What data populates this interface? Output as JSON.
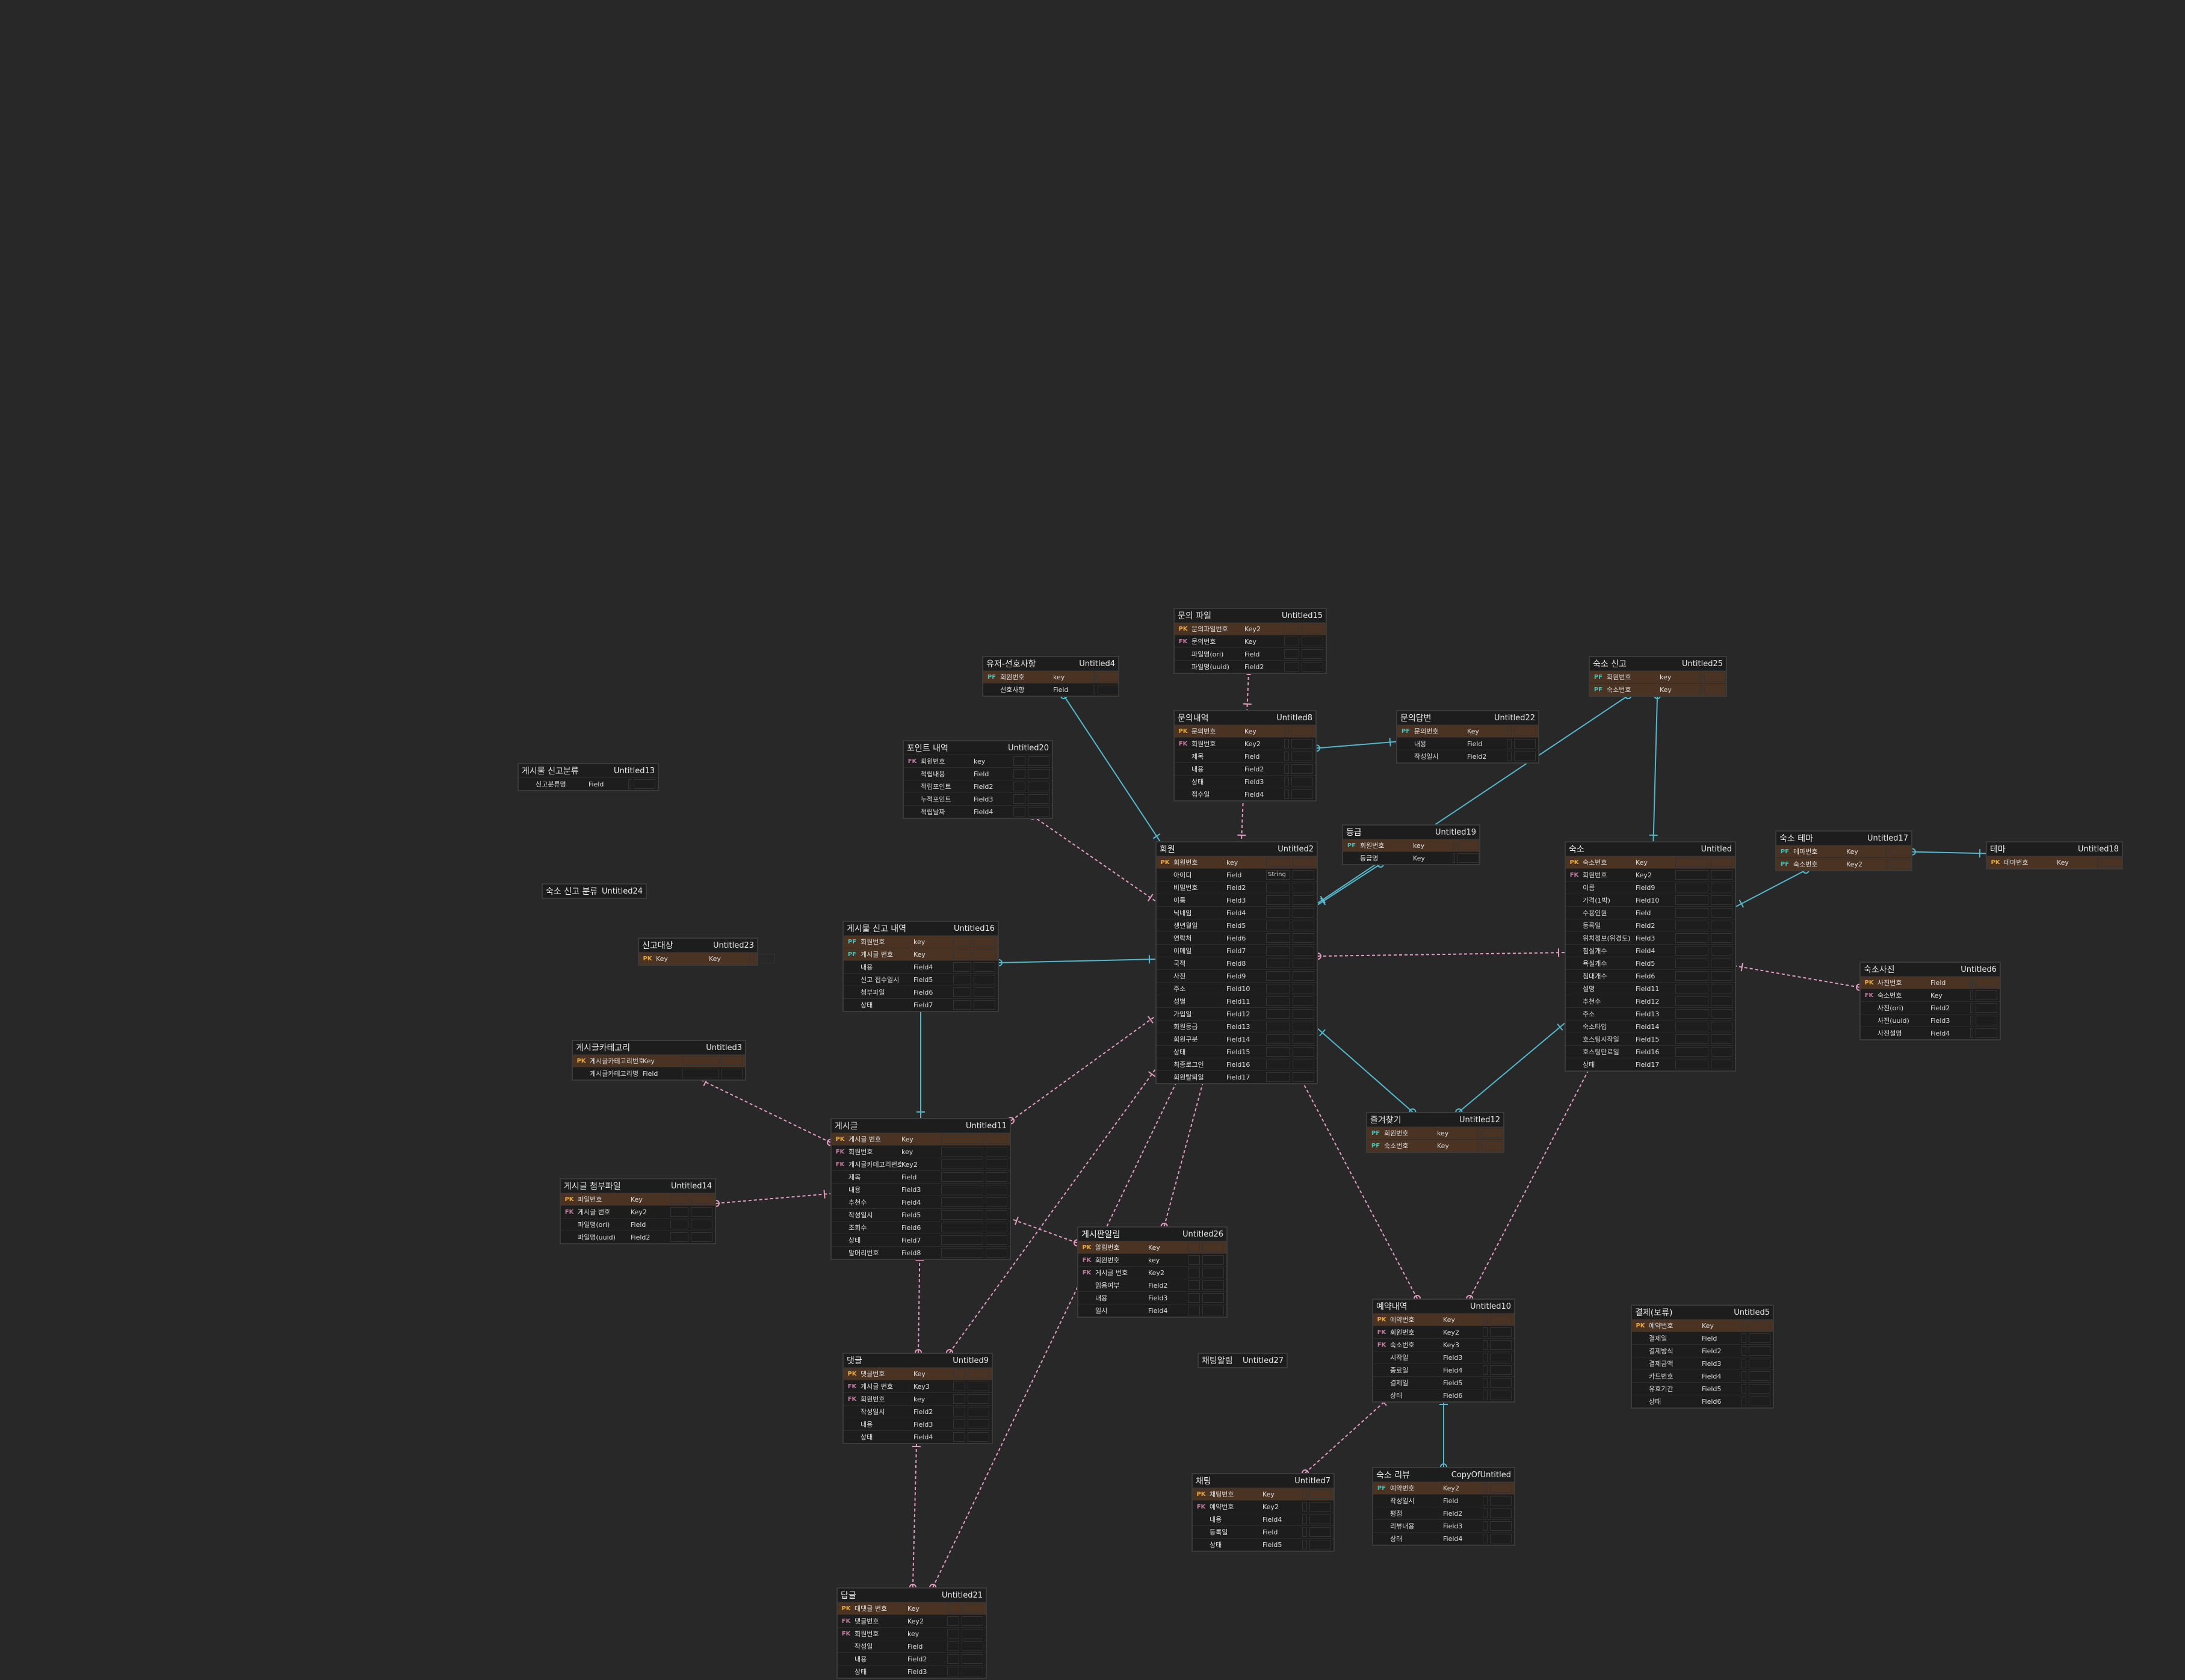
{
  "diagram": {
    "colors": {
      "background": "#282828",
      "entity_bg": "#1d1d1d",
      "pk_row": "#4a3323",
      "relation_identifying": "#52b9cc",
      "relation_nonidentifying": "#e39cc0",
      "pk_key": "#e9a93a",
      "fk_key": "#c27ba0",
      "pfk_key": "#3fc3b8"
    },
    "entities": [
      {
        "id": "e15",
        "logical": "문의 파일",
        "physical": "Untitled15",
        "attrs": [
          {
            "k": "pk",
            "l": "문의파일번호",
            "p": "Key2"
          },
          {
            "k": "fk",
            "l": "문의번호",
            "p": "Key"
          },
          {
            "k": "",
            "l": "파일명(ori)",
            "p": "Field"
          },
          {
            "k": "",
            "l": "파일명(uuid)",
            "p": "Field2"
          }
        ]
      },
      {
        "id": "e4",
        "logical": "유저-선호사항",
        "physical": "Untitled4",
        "attrs": [
          {
            "k": "pf",
            "l": "회원번호",
            "p": "key"
          },
          {
            "k": "",
            "l": "선호사항",
            "p": "Field"
          }
        ]
      },
      {
        "id": "e25",
        "logical": "숙소 신고",
        "physical": "Untitled25",
        "attrs": [
          {
            "k": "pf",
            "l": "회원번호",
            "p": "key"
          },
          {
            "k": "pf",
            "l": "숙소번호",
            "p": "Key"
          }
        ]
      },
      {
        "id": "e8",
        "logical": "문의내역",
        "physical": "Untitled8",
        "attrs": [
          {
            "k": "pk",
            "l": "문의번호",
            "p": "Key"
          },
          {
            "k": "fk",
            "l": "회원번호",
            "p": "Key2"
          },
          {
            "k": "",
            "l": "제목",
            "p": "Field"
          },
          {
            "k": "",
            "l": "내용",
            "p": "Field2"
          },
          {
            "k": "",
            "l": "상태",
            "p": "Field3"
          },
          {
            "k": "",
            "l": "접수일",
            "p": "Field4"
          }
        ]
      },
      {
        "id": "e22",
        "logical": "문의답변",
        "physical": "Untitled22",
        "attrs": [
          {
            "k": "pf",
            "l": "문의번호",
            "p": "Key"
          },
          {
            "k": "",
            "l": "내용",
            "p": "Field"
          },
          {
            "k": "",
            "l": "작성일시",
            "p": "Field2"
          }
        ]
      },
      {
        "id": "e20",
        "logical": "포인트 내역",
        "physical": "Untitled20",
        "attrs": [
          {
            "k": "fk",
            "l": "회원번호",
            "p": "key"
          },
          {
            "k": "",
            "l": "적립내용",
            "p": "Field"
          },
          {
            "k": "",
            "l": "적립포인트",
            "p": "Field2"
          },
          {
            "k": "",
            "l": "누적포인트",
            "p": "Field3"
          },
          {
            "k": "",
            "l": "적립날짜",
            "p": "Field4"
          }
        ]
      },
      {
        "id": "e13",
        "logical": "게시물 신고분류",
        "physical": "Untitled13",
        "attrs": [
          {
            "k": "",
            "l": "신고분류명",
            "p": "Field"
          }
        ]
      },
      {
        "id": "e19",
        "logical": "등급",
        "physical": "Untitled19",
        "attrs": [
          {
            "k": "pf",
            "l": "회원번호",
            "p": "key"
          },
          {
            "k": "",
            "l": "등급명",
            "p": "Key"
          }
        ]
      },
      {
        "id": "e2",
        "logical": "회원",
        "physical": "Untitled2",
        "attrs": [
          {
            "k": "pk",
            "l": "회원번호",
            "p": "key"
          },
          {
            "k": "",
            "l": "아이디",
            "p": "Field",
            "t": "String"
          },
          {
            "k": "",
            "l": "비밀번호",
            "p": "Field2"
          },
          {
            "k": "",
            "l": "이름",
            "p": "Field3"
          },
          {
            "k": "",
            "l": "닉네임",
            "p": "Field4"
          },
          {
            "k": "",
            "l": "생년월일",
            "p": "Field5"
          },
          {
            "k": "",
            "l": "연락처",
            "p": "Field6"
          },
          {
            "k": "",
            "l": "이메일",
            "p": "Field7"
          },
          {
            "k": "",
            "l": "국적",
            "p": "Field8"
          },
          {
            "k": "",
            "l": "사진",
            "p": "Field9"
          },
          {
            "k": "",
            "l": "주소",
            "p": "Field10"
          },
          {
            "k": "",
            "l": "성별",
            "p": "Field11"
          },
          {
            "k": "",
            "l": "가입일",
            "p": "Field12"
          },
          {
            "k": "",
            "l": "회원등급",
            "p": "Field13"
          },
          {
            "k": "",
            "l": "회원구분",
            "p": "Field14"
          },
          {
            "k": "",
            "l": "상태",
            "p": "Field15"
          },
          {
            "k": "",
            "l": "최종로그인",
            "p": "Field16"
          },
          {
            "k": "",
            "l": "회원탈퇴일",
            "p": "Field17"
          }
        ]
      },
      {
        "id": "e1",
        "logical": "숙소",
        "physical": "Untitled",
        "attrs": [
          {
            "k": "pk",
            "l": "숙소번호",
            "p": "Key"
          },
          {
            "k": "fk",
            "l": "회원번호",
            "p": "Key2"
          },
          {
            "k": "",
            "l": "이름",
            "p": "Field9"
          },
          {
            "k": "",
            "l": "가격(1박)",
            "p": "Field10"
          },
          {
            "k": "",
            "l": "수용인원",
            "p": "Field"
          },
          {
            "k": "",
            "l": "등록일",
            "p": "Field2"
          },
          {
            "k": "",
            "l": "위치정보(위경도)",
            "p": "Field3"
          },
          {
            "k": "",
            "l": "침실개수",
            "p": "Field4"
          },
          {
            "k": "",
            "l": "욕실개수",
            "p": "Field5"
          },
          {
            "k": "",
            "l": "침대개수",
            "p": "Field6"
          },
          {
            "k": "",
            "l": "설명",
            "p": "Field11"
          },
          {
            "k": "",
            "l": "추천수",
            "p": "Field12"
          },
          {
            "k": "",
            "l": "주소",
            "p": "Field13"
          },
          {
            "k": "",
            "l": "숙소타입",
            "p": "Field14"
          },
          {
            "k": "",
            "l": "호스팅시작일",
            "p": "Field15"
          },
          {
            "k": "",
            "l": "호스팅만료일",
            "p": "Field16"
          },
          {
            "k": "",
            "l": "상태",
            "p": "Field17"
          }
        ]
      },
      {
        "id": "e17",
        "logical": "숙소 테마",
        "physical": "Untitled17",
        "attrs": [
          {
            "k": "pf",
            "l": "테마번호",
            "p": "Key"
          },
          {
            "k": "pf",
            "l": "숙소번호",
            "p": "Key2"
          }
        ]
      },
      {
        "id": "e18",
        "logical": "테마",
        "physical": "Untitled18",
        "attrs": [
          {
            "k": "pk",
            "l": "테마번호",
            "p": "Key"
          }
        ]
      },
      {
        "id": "e24",
        "logical": "숙소 신고 분류",
        "physical": "Untitled24",
        "attrs": []
      },
      {
        "id": "e23",
        "logical": "신고대상",
        "physical": "Untitled23",
        "attrs": [
          {
            "k": "pk",
            "l": "Key",
            "p": "Key"
          }
        ]
      },
      {
        "id": "e16",
        "logical": "게시물 신고 내역",
        "physical": "Untitled16",
        "attrs": [
          {
            "k": "pf",
            "l": "회원번호",
            "p": "key"
          },
          {
            "k": "pf",
            "l": "게시글 번호",
            "p": "Key"
          },
          {
            "k": "",
            "l": "내용",
            "p": "Field4"
          },
          {
            "k": "",
            "l": "신고 접수일시",
            "p": "Field5"
          },
          {
            "k": "",
            "l": "첨부파일",
            "p": "Field6"
          },
          {
            "k": "",
            "l": "상태",
            "p": "Field7"
          }
        ]
      },
      {
        "id": "e6",
        "logical": "숙소사진",
        "physical": "Untitled6",
        "attrs": [
          {
            "k": "pk",
            "l": "사진번호",
            "p": "Field"
          },
          {
            "k": "fk",
            "l": "숙소번호",
            "p": "Key"
          },
          {
            "k": "",
            "l": "사진(ori)",
            "p": "Field2"
          },
          {
            "k": "",
            "l": "사진(uuid)",
            "p": "Field3"
          },
          {
            "k": "",
            "l": "사진설명",
            "p": "Field4"
          }
        ]
      },
      {
        "id": "e3",
        "logical": "게시글카테고리",
        "physical": "Untitled3",
        "attrs": [
          {
            "k": "pk",
            "l": "게시글카테고리번호",
            "p": "Key"
          },
          {
            "k": "",
            "l": "게시글카테고리명",
            "p": "Field"
          }
        ]
      },
      {
        "id": "e12",
        "logical": "즐겨찾기",
        "physical": "Untitled12",
        "attrs": [
          {
            "k": "pf",
            "l": "회원번호",
            "p": "key"
          },
          {
            "k": "pf",
            "l": "숙소번호",
            "p": "Key"
          }
        ]
      },
      {
        "id": "e11",
        "logical": "게시글",
        "physical": "Untitled11",
        "attrs": [
          {
            "k": "pk",
            "l": "게시글 번호",
            "p": "Key"
          },
          {
            "k": "fk",
            "l": "회원번호",
            "p": "key"
          },
          {
            "k": "fk",
            "l": "게시글카테고리번호",
            "p": "Key2"
          },
          {
            "k": "",
            "l": "제목",
            "p": "Field"
          },
          {
            "k": "",
            "l": "내용",
            "p": "Field3"
          },
          {
            "k": "",
            "l": "추천수",
            "p": "Field4"
          },
          {
            "k": "",
            "l": "작성일시",
            "p": "Field5"
          },
          {
            "k": "",
            "l": "조회수",
            "p": "Field6"
          },
          {
            "k": "",
            "l": "상태",
            "p": "Field7"
          },
          {
            "k": "",
            "l": "말머리번호",
            "p": "Field8"
          }
        ]
      },
      {
        "id": "e14",
        "logical": "게시글 첨부파일",
        "physical": "Untitled14",
        "attrs": [
          {
            "k": "pk",
            "l": "파일번호",
            "p": "Key"
          },
          {
            "k": "fk",
            "l": "게시글 번호",
            "p": "Key2"
          },
          {
            "k": "",
            "l": "파일명(ori)",
            "p": "Field"
          },
          {
            "k": "",
            "l": "파일명(uuid)",
            "p": "Field2"
          }
        ]
      },
      {
        "id": "e26",
        "logical": "게시판알림",
        "physical": "Untitled26",
        "attrs": [
          {
            "k": "pk",
            "l": "알림번호",
            "p": "Key"
          },
          {
            "k": "fk",
            "l": "회원번호",
            "p": "key"
          },
          {
            "k": "fk",
            "l": "게시글 번호",
            "p": "Key2"
          },
          {
            "k": "",
            "l": "읽음여부",
            "p": "Field2"
          },
          {
            "k": "",
            "l": "내용",
            "p": "Field3"
          },
          {
            "k": "",
            "l": "일시",
            "p": "Field4"
          }
        ]
      },
      {
        "id": "e10",
        "logical": "예약내역",
        "physical": "Untitled10",
        "attrs": [
          {
            "k": "pk",
            "l": "예약번호",
            "p": "Key"
          },
          {
            "k": "fk",
            "l": "회원번호",
            "p": "Key2"
          },
          {
            "k": "fk",
            "l": "숙소번호",
            "p": "Key3"
          },
          {
            "k": "",
            "l": "시작일",
            "p": "Field3"
          },
          {
            "k": "",
            "l": "종료일",
            "p": "Field4"
          },
          {
            "k": "",
            "l": "결제일",
            "p": "Field5"
          },
          {
            "k": "",
            "l": "상태",
            "p": "Field6"
          }
        ]
      },
      {
        "id": "e5",
        "logical": "결제(보류)",
        "physical": "Untitled5",
        "attrs": [
          {
            "k": "pk",
            "l": "예약번호",
            "p": "Key"
          },
          {
            "k": "",
            "l": "결제일",
            "p": "Field"
          },
          {
            "k": "",
            "l": "결제방식",
            "p": "Field2"
          },
          {
            "k": "",
            "l": "결제금액",
            "p": "Field3"
          },
          {
            "k": "",
            "l": "카드번호",
            "p": "Field4"
          },
          {
            "k": "",
            "l": "유효기간",
            "p": "Field5"
          },
          {
            "k": "",
            "l": "상태",
            "p": "Field6"
          }
        ]
      },
      {
        "id": "e9",
        "logical": "댓글",
        "physical": "Untitled9",
        "attrs": [
          {
            "k": "pk",
            "l": "댓글번호",
            "p": "Key"
          },
          {
            "k": "fk",
            "l": "게시글 번호",
            "p": "Key3"
          },
          {
            "k": "fk",
            "l": "회원번호",
            "p": "key"
          },
          {
            "k": "",
            "l": "작성일시",
            "p": "Field2"
          },
          {
            "k": "",
            "l": "내용",
            "p": "Field3"
          },
          {
            "k": "",
            "l": "상태",
            "p": "Field4"
          }
        ]
      },
      {
        "id": "e27",
        "logical": "채팅알림",
        "physical": "Untitled27",
        "attrs": []
      },
      {
        "id": "e7",
        "logical": "채팅",
        "physical": "Untitled7",
        "attrs": [
          {
            "k": "pk",
            "l": "채팅번호",
            "p": "Key"
          },
          {
            "k": "fk",
            "l": "예약번호",
            "p": "Key2"
          },
          {
            "k": "",
            "l": "내용",
            "p": "Field4"
          },
          {
            "k": "",
            "l": "등록일",
            "p": "Field"
          },
          {
            "k": "",
            "l": "상태",
            "p": "Field5"
          }
        ]
      },
      {
        "id": "eCopy",
        "logical": "숙소 리뷰",
        "physical": "CopyOfUntitled",
        "attrs": [
          {
            "k": "pf",
            "l": "예약번호",
            "p": "Key2"
          },
          {
            "k": "",
            "l": "작성일시",
            "p": "Field"
          },
          {
            "k": "",
            "l": "평점",
            "p": "Field2"
          },
          {
            "k": "",
            "l": "리뷰내용",
            "p": "Field3"
          },
          {
            "k": "",
            "l": "상태",
            "p": "Field4"
          }
        ]
      },
      {
        "id": "e21",
        "logical": "답글",
        "physical": "Untitled21",
        "attrs": [
          {
            "k": "pk",
            "l": "대댓글 번호",
            "p": "Key"
          },
          {
            "k": "fk",
            "l": "댓글번호",
            "p": "Key2"
          },
          {
            "k": "fk",
            "l": "회원번호",
            "p": "key"
          },
          {
            "k": "",
            "l": "작성일",
            "p": "Field"
          },
          {
            "k": "",
            "l": "내용",
            "p": "Field2"
          },
          {
            "k": "",
            "l": "상태",
            "p": "Field3"
          }
        ]
      }
    ],
    "relations": [
      {
        "from": "e15",
        "to": "e8",
        "style": "dashed"
      },
      {
        "from": "e8",
        "to": "e2",
        "style": "dashed"
      },
      {
        "from": "e8",
        "to": "e22",
        "style": "solid"
      },
      {
        "from": "e4",
        "to": "e2",
        "style": "solid"
      },
      {
        "from": "e20",
        "to": "e2",
        "style": "dashed"
      },
      {
        "from": "e19",
        "to": "e2",
        "style": "solid"
      },
      {
        "from": "e25",
        "to": "e2",
        "style": "solid"
      },
      {
        "from": "e25",
        "to": "e1",
        "style": "solid"
      },
      {
        "from": "e2",
        "to": "e1",
        "style": "dashed"
      },
      {
        "from": "e17",
        "to": "e1",
        "style": "solid"
      },
      {
        "from": "e17",
        "to": "e18",
        "style": "solid"
      },
      {
        "from": "e6",
        "to": "e1",
        "style": "dashed"
      },
      {
        "from": "e16",
        "to": "e2",
        "style": "solid"
      },
      {
        "from": "e16",
        "to": "e11",
        "style": "solid"
      },
      {
        "from": "e11",
        "to": "e2",
        "style": "dashed"
      },
      {
        "from": "e11",
        "to": "e3",
        "style": "dashed"
      },
      {
        "from": "e14",
        "to": "e11",
        "style": "dashed"
      },
      {
        "from": "e26",
        "to": "e11",
        "style": "dashed"
      },
      {
        "from": "e26",
        "to": "e2",
        "style": "dashed"
      },
      {
        "from": "e12",
        "to": "e2",
        "style": "solid"
      },
      {
        "from": "e12",
        "to": "e1",
        "style": "solid"
      },
      {
        "from": "e10",
        "to": "e2",
        "style": "dashed"
      },
      {
        "from": "e10",
        "to": "e1",
        "style": "dashed"
      },
      {
        "from": "e9",
        "to": "e11",
        "style": "dashed"
      },
      {
        "from": "e9",
        "to": "e2",
        "style": "dashed"
      },
      {
        "from": "e21",
        "to": "e9",
        "style": "dashed"
      },
      {
        "from": "e21",
        "to": "e2",
        "style": "dashed"
      },
      {
        "from": "e7",
        "to": "e10",
        "style": "dashed"
      },
      {
        "from": "eCopy",
        "to": "e10",
        "style": "solid"
      }
    ]
  }
}
